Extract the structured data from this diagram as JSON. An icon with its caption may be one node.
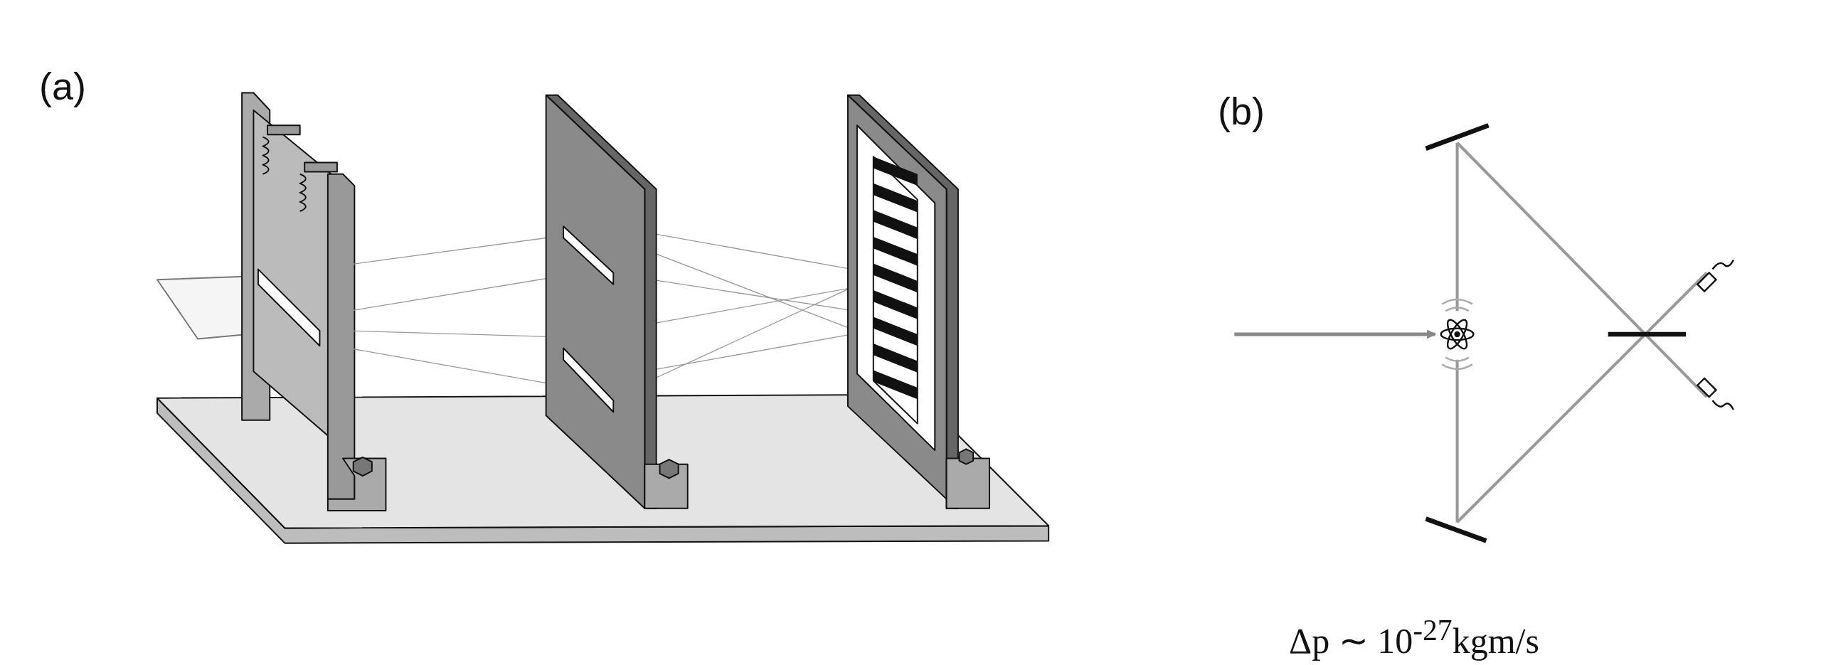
{
  "diagram": {
    "labels": [
      "(a)",
      "(b)",
      "Δp ∼ 10$^{-27}$kgm/s"
    ]
  }
}
